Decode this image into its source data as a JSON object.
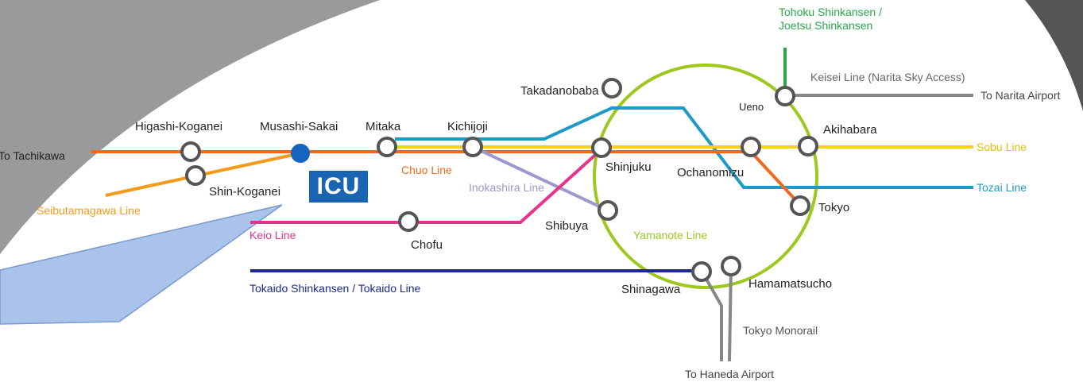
{
  "colors": {
    "chuo": "#ee6a1f",
    "sobu": "#f5d21a",
    "tozai": "#1f9ac8",
    "yamanote": "#9dc81e",
    "keio": "#e6338c",
    "inokashira": "#9a9ad0",
    "seibutamagawa": "#f29a1a",
    "tokaido": "#1b2a8c",
    "shinkansen_north": "#2aa84a",
    "grey": "#888888",
    "icu": "#1a64b4",
    "callout": "#a9c3ea"
  },
  "stations": {
    "higashi_koganei": "Higashi-Koganei",
    "musashi_sakai": "Musashi-Sakai",
    "mitaka": "Mitaka",
    "kichijoji": "Kichijoji",
    "takadanobaba": "Takadanobaba",
    "ueno": "Ueno",
    "akihabara": "Akihabara",
    "shinjuku": "Shinjuku",
    "ochanomizu": "Ochanomizu",
    "tokyo": "Tokyo",
    "shibuya": "Shibuya",
    "chofu": "Chofu",
    "shin_koganei": "Shin-Koganei",
    "shinagawa": "Shinagawa",
    "hamamatsucho": "Hamamatsucho"
  },
  "lines": {
    "chuo": "Chuo Line",
    "inokashira": "Inokashira Line",
    "seibutamagawa": "Seibutamagawa Line",
    "keio": "Keio Line",
    "yamanote": "Yamanote Line",
    "sobu": "Sobu Line",
    "tozai": "Tozai Line",
    "tokaido": "Tokaido Shinkansen / Tokaido Line",
    "keisei": "Keisei Line (Narita Sky Access)",
    "tohoku_1": "Tohoku Shinkansen /",
    "tohoku_2": "Joetsu Shinkansen",
    "monorail": "Tokyo Monorail"
  },
  "destinations": {
    "tachikawa": "To Tachikawa",
    "narita": "To Narita Airport",
    "haneda": "To Haneda Airport"
  },
  "icu": "ICU"
}
